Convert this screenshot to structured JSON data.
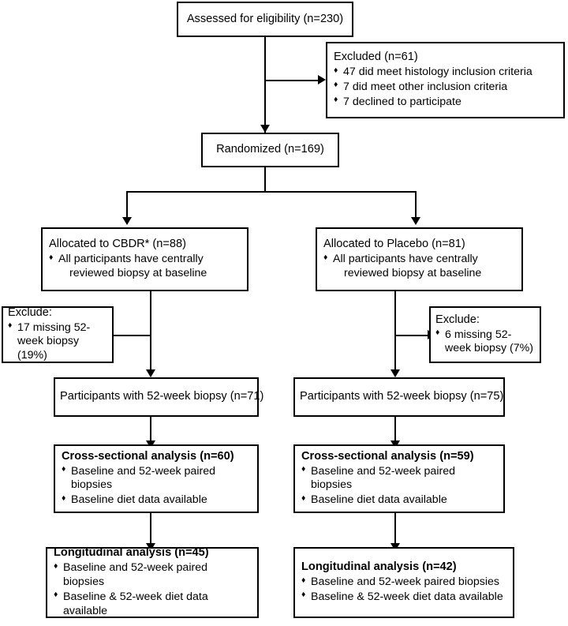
{
  "diagram": {
    "type": "consort-flow-diagram",
    "nodes": {
      "assessed": {
        "title": "Assessed for eligibility (n=230)"
      },
      "excluded": {
        "title": "Excluded (n=61)",
        "bullets": [
          "47 did meet histology inclusion criteria",
          "7 did meet other inclusion criteria",
          "7 declined to participate"
        ]
      },
      "randomized": {
        "title": "Randomized (n=169)"
      },
      "allocated_cbdr": {
        "title": "Allocated to CBDR* (n=88)",
        "bullets": [
          "All participants have centrally reviewed biopsy at baseline"
        ]
      },
      "allocated_placebo": {
        "title": "Allocated to Placebo (n=81)",
        "bullets": [
          "All participants have centrally reviewed biopsy at baseline"
        ]
      },
      "exclude_left": {
        "title": "Exclude:",
        "bullets": [
          "17 missing 52-week biopsy (19%)"
        ]
      },
      "exclude_right": {
        "title": "Exclude:",
        "bullets": [
          "6 missing 52-week biopsy (7%)"
        ]
      },
      "biopsy_left": {
        "title": "Participants with 52-week biopsy (n=71)"
      },
      "biopsy_right": {
        "title": "Participants with 52-week biopsy (n=75)"
      },
      "cross_left": {
        "title": "Cross-sectional analysis (n=60)",
        "bullets": [
          "Baseline and 52-week paired biopsies",
          "Baseline diet data available"
        ]
      },
      "cross_right": {
        "title": "Cross-sectional analysis (n=59)",
        "bullets": [
          "Baseline and 52-week paired biopsies",
          "Baseline diet data available"
        ]
      },
      "long_left": {
        "title": "Longitudinal analysis (n=45)",
        "bullets": [
          "Baseline and 52-week paired biopsies",
          "Baseline & 52-week diet data available"
        ]
      },
      "long_right": {
        "title": "Longitudinal analysis (n=42)",
        "bullets": [
          "Baseline and 52-week paired biopsies",
          "Baseline & 52-week diet data available"
        ]
      }
    },
    "style": {
      "line_color": "#000000",
      "box_border_color": "#000000",
      "box_fill": "#ffffff",
      "bullet_glyph": "♦"
    }
  }
}
